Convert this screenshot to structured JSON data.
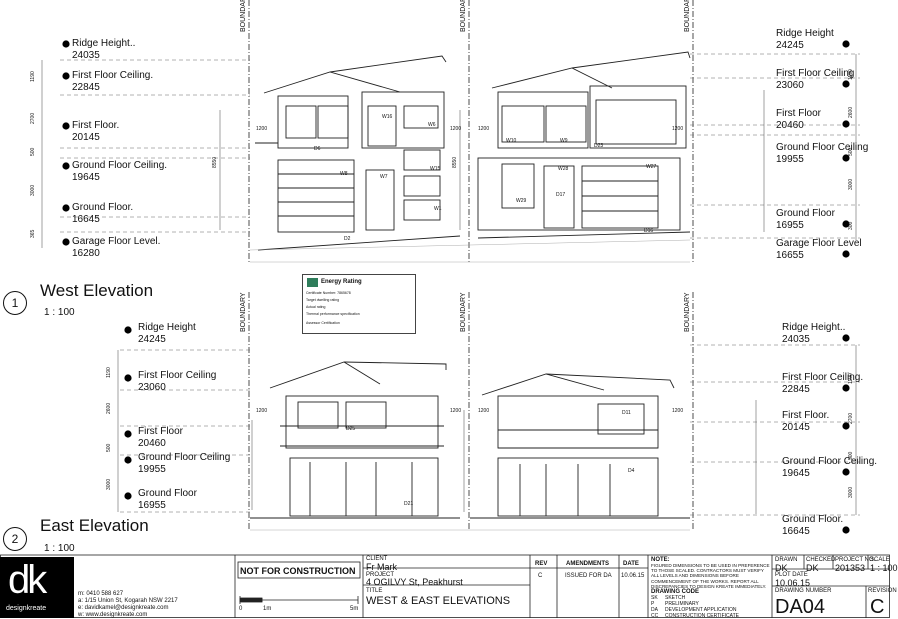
{
  "boundary_label": "BOUNDARY",
  "west": {
    "title": "West Elevation",
    "scale": "1 : 100",
    "number": "1",
    "levels_left": [
      {
        "name": "Ridge Height..",
        "value": "24035"
      },
      {
        "name": "First Floor Ceiling.",
        "value": "22845"
      },
      {
        "name": "First Floor.",
        "value": "20145"
      },
      {
        "name": "Ground Floor Ceiling.",
        "value": "19645"
      },
      {
        "name": "Ground Floor.",
        "value": "16645"
      },
      {
        "name": "Garage Floor Level.",
        "value": "16280"
      }
    ],
    "levels_right": [
      {
        "name": "Ridge Height",
        "value": "24245"
      },
      {
        "name": "First Floor Ceiling",
        "value": "23060"
      },
      {
        "name": "First Floor",
        "value": "20460"
      },
      {
        "name": "Ground Floor Ceiling",
        "value": "19955"
      },
      {
        "name": "Ground Floor",
        "value": "16955"
      },
      {
        "name": "Garage Floor Level",
        "value": "16655"
      }
    ],
    "windows_a": [
      "W16",
      "W6",
      "W8",
      "W7",
      "W15",
      "W1",
      "D6",
      "D2"
    ],
    "windows_b": [
      "W10",
      "W9",
      "D23",
      "W28",
      "W27",
      "W29",
      "D17",
      "D16"
    ],
    "dims": [
      "1190",
      "2700",
      "500",
      "3000",
      "365",
      "1200",
      "1200",
      "1200",
      "1200",
      "8550",
      "8550",
      "1190",
      "2600",
      "500",
      "3000",
      "300"
    ]
  },
  "east": {
    "title": "East Elevation",
    "scale": "1 : 100",
    "number": "2",
    "levels_left": [
      {
        "name": "Ridge Height",
        "value": "24245"
      },
      {
        "name": "First Floor Ceiling",
        "value": "23060"
      },
      {
        "name": "First Floor",
        "value": "20460"
      },
      {
        "name": "Ground Floor Ceiling",
        "value": "19955"
      },
      {
        "name": "Ground Floor",
        "value": "16955"
      }
    ],
    "levels_right": [
      {
        "name": "Ridge Height..",
        "value": "24035"
      },
      {
        "name": "First Floor Ceiling.",
        "value": "22845"
      },
      {
        "name": "First Floor.",
        "value": "20145"
      },
      {
        "name": "Ground Floor Ceiling.",
        "value": "19645"
      },
      {
        "name": "Ground Floor.",
        "value": "16645"
      }
    ],
    "windows_a": [
      "D25",
      "D21"
    ],
    "windows_b": [
      "D11",
      "D4"
    ],
    "dims": [
      "1190",
      "2600",
      "500",
      "3000",
      "1200",
      "1200",
      "1200",
      "1200",
      "1190",
      "2700",
      "500",
      "3000"
    ]
  },
  "energy_rating": {
    "title": "Energy Rating",
    "lines": [
      "Certificate Number: 7865678",
      "Target dwelling rating",
      "Actual rating",
      "Thermal performance specification",
      "Assessor Certification"
    ]
  },
  "title_block": {
    "not_for_construction": "NOT FOR CONSTRUCTION",
    "scale_labels": [
      "0",
      "1m",
      "5m"
    ],
    "client_label": "CLIENT",
    "client": "Fr Mark",
    "project_label": "PROJECT",
    "project": "4 OGILVY St, Peakhurst",
    "title_label": "TITLE",
    "title": "WEST & EAST ELEVATIONS",
    "rev_header": "REV",
    "amend_header": "AMENDMENTS",
    "date_header": "DATE",
    "rev": "C",
    "amendment": "ISSUED FOR DA",
    "amend_date": "10.06.15",
    "note_label": "NOTE:",
    "note": "FIGURED DIMENSIONS TO BE USED IN PREFERENCE TO THOSE SCALED. CONTRACTORS MUST VERIFY ALL LEVELS AND DIMENSIONS BEFORE COMMENCEMENT OF THE WORKS. REPORT ALL DISCREPANCIES TO DESIGN KREATE IMMEDIATELY.",
    "drawing_code_label": "DRAWING CODE",
    "codes": [
      {
        "code": "SK",
        "desc": "SKETCH"
      },
      {
        "code": "P",
        "desc": "PRELIMINARY"
      },
      {
        "code": "DA",
        "desc": "DEVELOPMENT APPLICATION"
      },
      {
        "code": "CC",
        "desc": "CONSTRUCTION CERTIFICATE"
      }
    ],
    "drawn_label": "DRAWN",
    "drawn": "DK",
    "checked_label": "CHECKED",
    "checked": "DK",
    "project_no_label": "PROJECT NO.",
    "project_no": "201353",
    "scale_label": "SCALE",
    "scale": "1 : 100",
    "plot_date_label": "PLOT DATE",
    "plot_date": "10.06.15",
    "drawing_number_label": "DRAWING NUMBER",
    "drawing_number": "DA04",
    "revision_label": "REVISION",
    "revision": "C"
  },
  "company": {
    "logo_text": "dk",
    "name": "designkreate",
    "mobile": "m: 0410 588 627",
    "address": "a: 1/15 Union St, Kogarah NSW 2217",
    "email": "e: davidkamel@designkreate.com",
    "web": "w: www.designkreate.com"
  }
}
